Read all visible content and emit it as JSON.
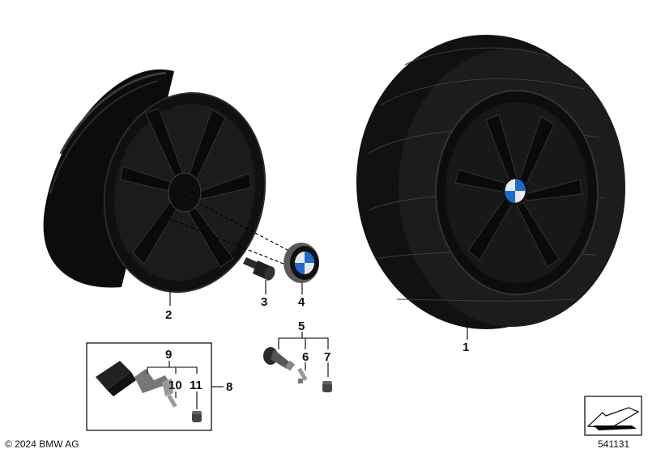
{
  "callouts": {
    "c1": "1",
    "c2": "2",
    "c3": "3",
    "c4": "4",
    "c5": "5",
    "c6": "6",
    "c7": "7",
    "c8": "8",
    "c9": "9",
    "c10": "10",
    "c11": "11"
  },
  "footer": {
    "copyright": "© 2024 BMW AG",
    "diagram_number": "541131"
  },
  "colors": {
    "rim": "#111111",
    "tire": "#151515",
    "line": "#000000",
    "accent": "#1c69d4"
  }
}
